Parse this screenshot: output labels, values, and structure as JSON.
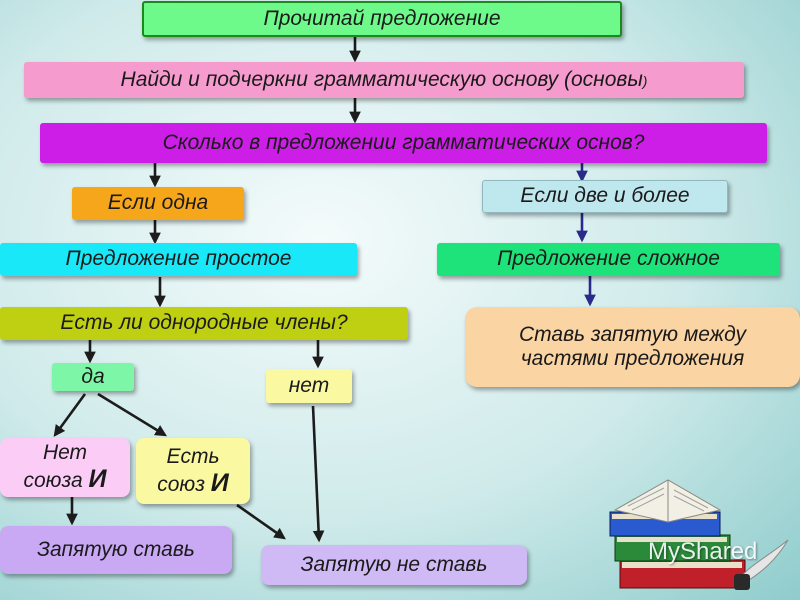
{
  "nodes": {
    "read": "Прочитай предложение",
    "find_base_main": "Найди и подчеркни грамматическую основу (основы",
    "find_base_paren": ")",
    "how_many": "Сколько в предложении грамматических основ?",
    "if_one": "Если одна",
    "if_two": "Если две и более",
    "simple": "Предложение простое",
    "complex": "Предложение сложное",
    "homogeneous_q": "Есть ли однородные члены?",
    "comma_between_l1": "Ставь запятую между",
    "comma_between_l2": "частями предложения",
    "yes": "да",
    "no": "нет",
    "no_conj_l1": "Нет",
    "no_conj_l2": "союза",
    "has_conj": "Есть союз",
    "conj_letter": "И",
    "put_comma": "Запятую ставь",
    "no_comma": "Запятую не ставь"
  },
  "watermark": "MyShared",
  "colors": {
    "green_box": "#6dfa8a",
    "pink_box": "#f59bcd",
    "purple_box": "#cc1ee6",
    "orange_box": "#f5a61a",
    "light_blue_box": "#bfe7ee",
    "cyan_box": "#18e8f8",
    "green2_box": "#1ee37a",
    "olive_box": "#bfcf12",
    "peach_box": "#fbd4a4",
    "lime_box": "#7ef6a8",
    "yellow_box": "#fbf8a2",
    "pink_light_box": "#fbcdf6",
    "lavender_box": "#c9a9f4",
    "lilac_box": "#cfbaf6",
    "arrow_dark": "#1c1c1c",
    "arrow_navy": "#2a2a8a"
  }
}
